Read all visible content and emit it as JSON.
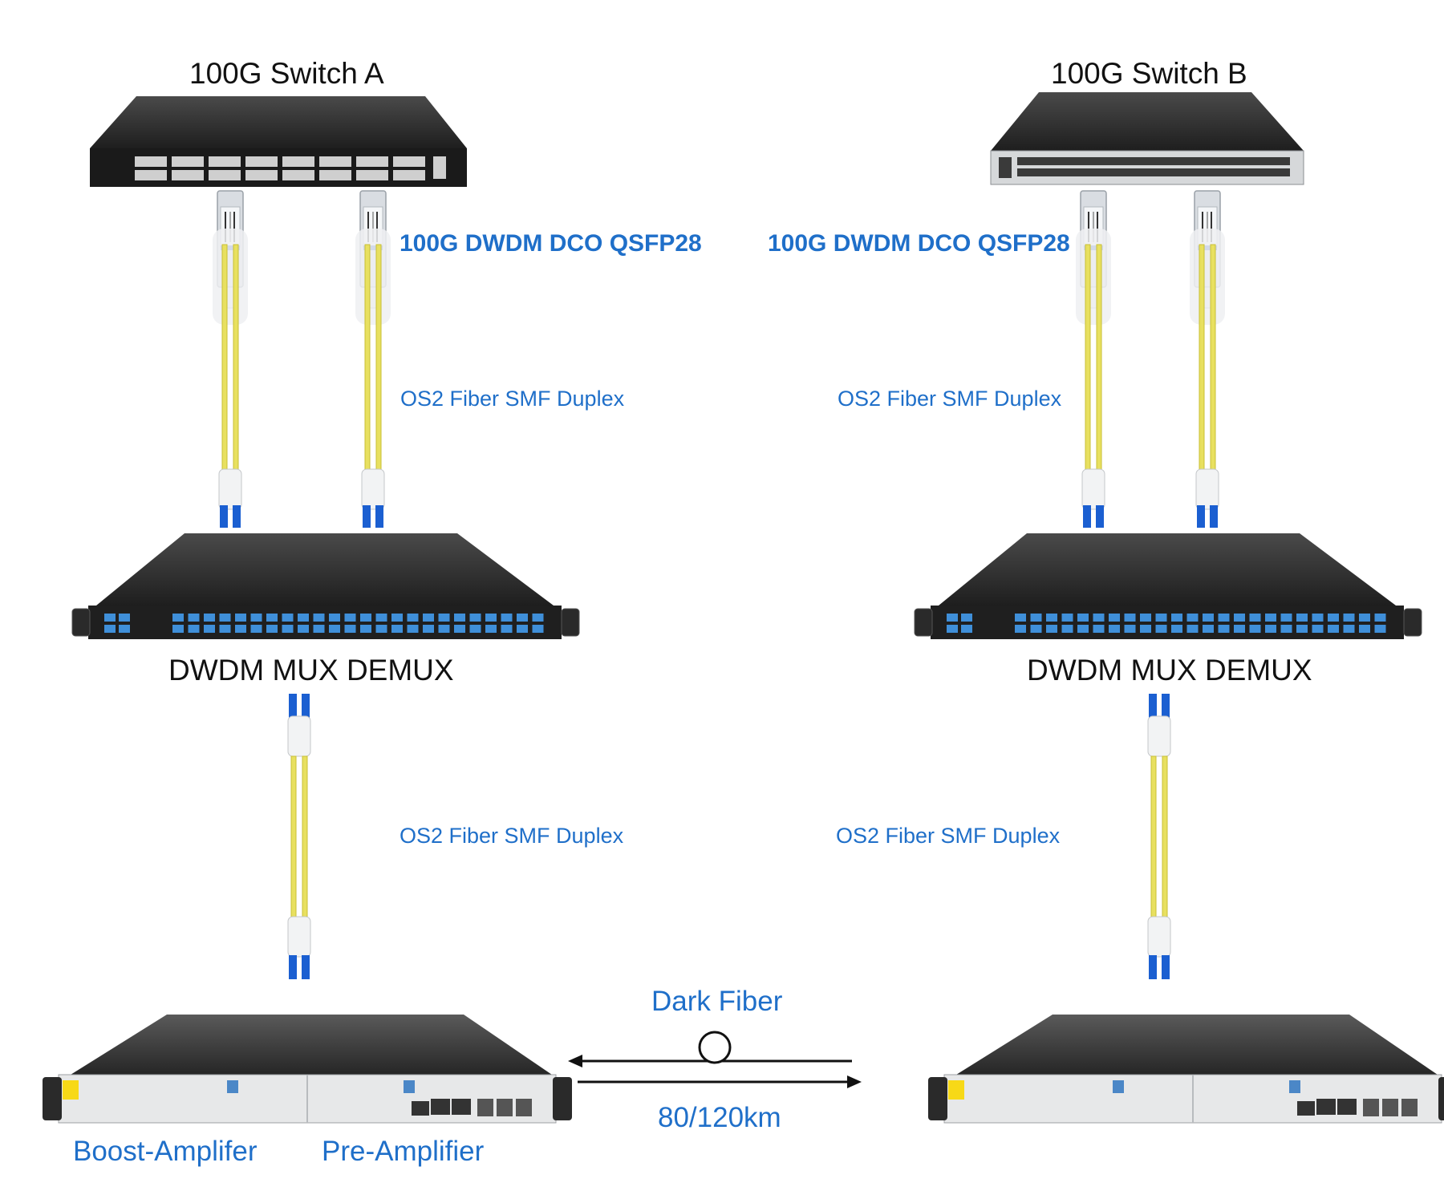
{
  "switch_a": {
    "title": "100G Switch A"
  },
  "switch_b": {
    "title": "100G Switch B"
  },
  "transceiver_label_a": "100G DWDM DCO QSFP28",
  "transceiver_label_b": "100G DWDM DCO QSFP28",
  "fiber_label_a_top": "OS2 Fiber SMF Duplex",
  "fiber_label_b_top": "OS2 Fiber SMF Duplex",
  "fiber_label_a_bottom": "OS2 Fiber SMF Duplex",
  "fiber_label_b_bottom": "OS2 Fiber SMF Duplex",
  "mux_a": {
    "title": "DWDM MUX DEMUX"
  },
  "mux_b": {
    "title": "DWDM MUX DEMUX"
  },
  "amplifier_labels": {
    "boost": "Boost-Amplifer",
    "pre": "Pre-Amplifier"
  },
  "link": {
    "name": "Dark Fiber",
    "distance": "80/120km"
  },
  "colors": {
    "label_blue": "#1f6fc9",
    "fiber_yellow": "#e8e060",
    "connector_blue": "#1b5fd1",
    "device_dark": "#2b2b2b"
  }
}
